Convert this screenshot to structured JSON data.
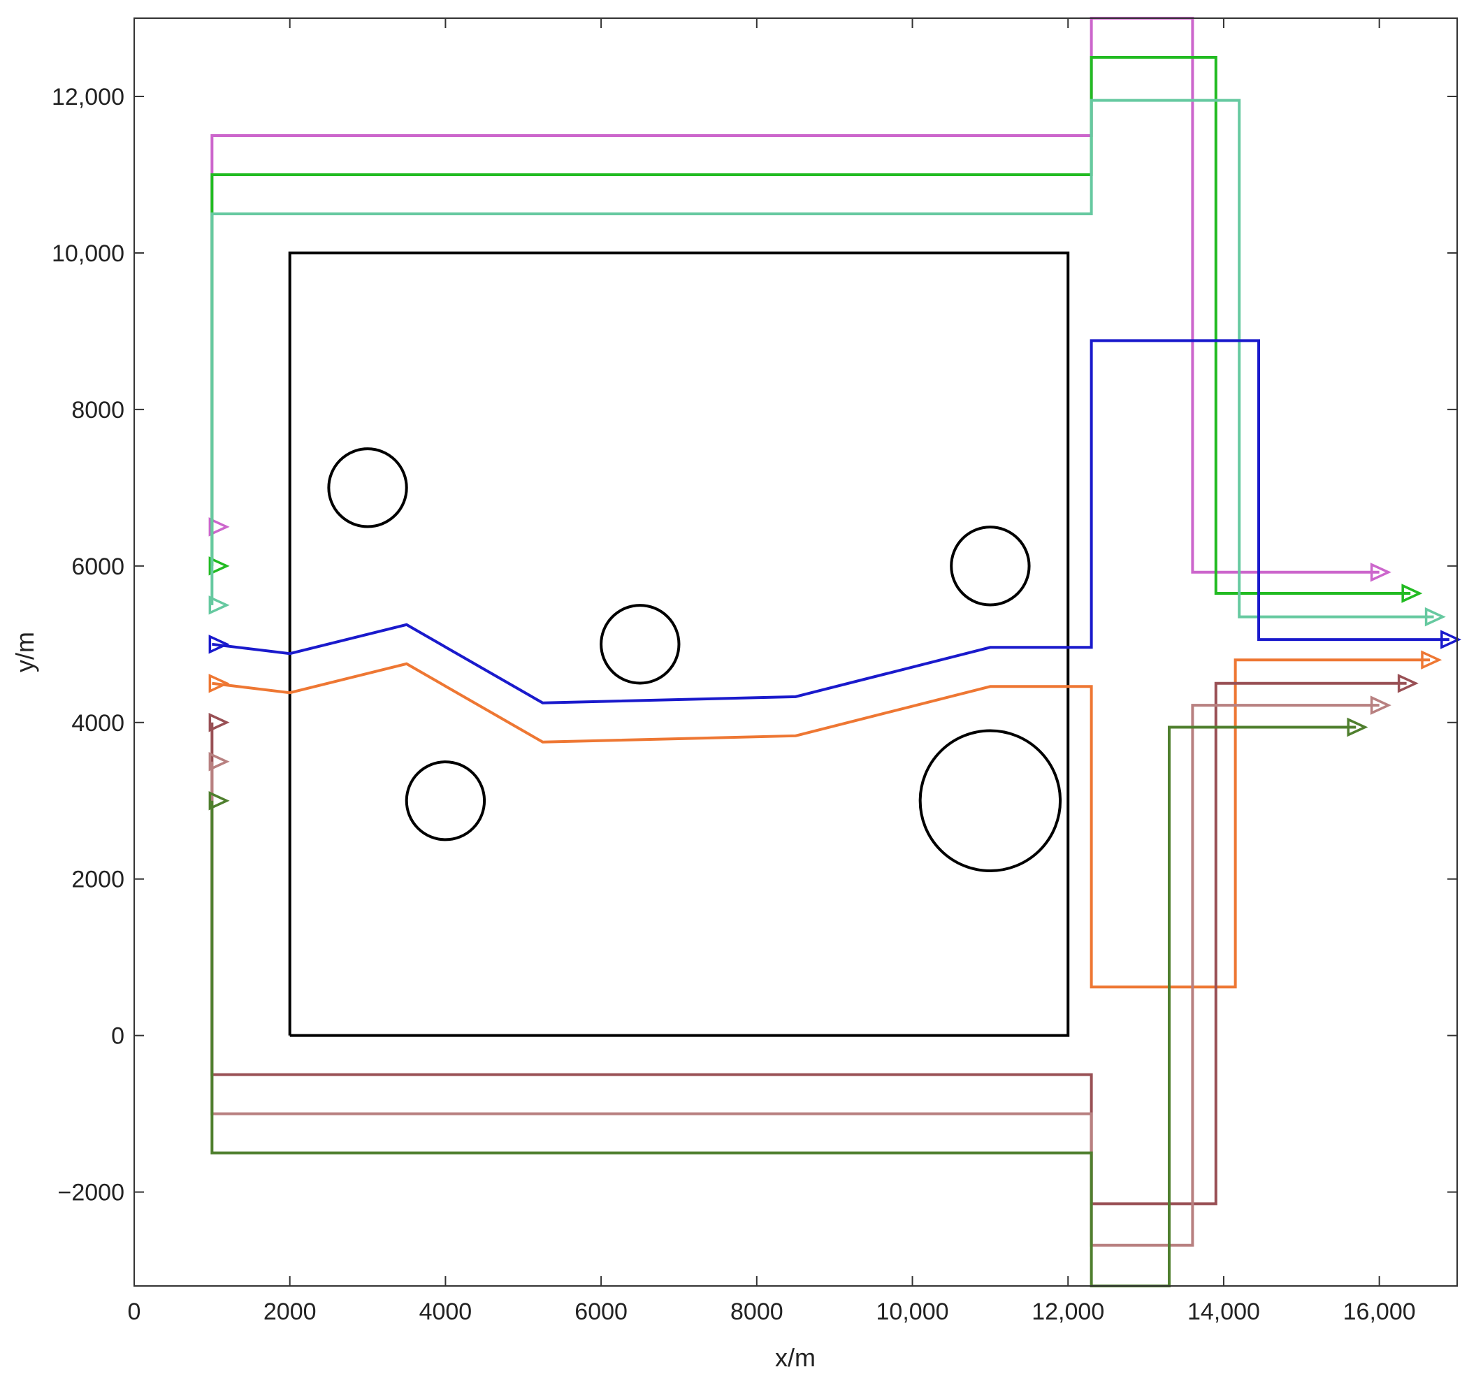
{
  "chart_data": {
    "type": "line",
    "xlabel": "x/m",
    "ylabel": "y/m",
    "xlim": [
      0,
      17000
    ],
    "ylim": [
      -3200,
      13000
    ],
    "xticks": [
      0,
      2000,
      4000,
      6000,
      8000,
      10000,
      12000,
      14000,
      16000
    ],
    "xtick_labels": [
      "0",
      "2000",
      "4000",
      "6000",
      "8000",
      "10,000",
      "12,000",
      "14,000",
      "16,000"
    ],
    "yticks": [
      -2000,
      0,
      2000,
      4000,
      6000,
      8000,
      10000,
      12000
    ],
    "ytick_labels": [
      "−2000",
      "0",
      "2000",
      "4000",
      "6000",
      "8000",
      "10,000",
      "12,000"
    ],
    "grid": false,
    "boundary": {
      "x": [
        2000,
        12000,
        12000,
        2000,
        2000
      ],
      "y": [
        0,
        0,
        10000,
        10000,
        0
      ],
      "color": "#000000"
    },
    "obstacles": [
      {
        "cx": 3000,
        "cy": 7000,
        "r": 500
      },
      {
        "cx": 11000,
        "cy": 6000,
        "r": 500
      },
      {
        "cx": 6500,
        "cy": 5000,
        "r": 500
      },
      {
        "cx": 4000,
        "cy": 3000,
        "r": 500
      },
      {
        "cx": 11000,
        "cy": 3000,
        "r": 900
      }
    ],
    "series": [
      {
        "color": "#cc66cc",
        "x": [
          1000,
          1000,
          12300,
          12300,
          13600,
          13600,
          16000
        ],
        "y": [
          6500,
          11500,
          11500,
          13000,
          13000,
          5920,
          5920
        ]
      },
      {
        "color": "#22bb22",
        "x": [
          1000,
          1000,
          12300,
          12300,
          13900,
          13900,
          16400
        ],
        "y": [
          6000,
          11000,
          11000,
          12500,
          12500,
          5650,
          5650
        ]
      },
      {
        "color": "#66c9a0",
        "x": [
          1000,
          1000,
          12300,
          12300,
          14200,
          14200,
          16700
        ],
        "y": [
          5500,
          10500,
          10500,
          11950,
          11950,
          5350,
          5350
        ]
      },
      {
        "color": "#1a1acc",
        "x": [
          1000,
          2000,
          3500,
          5250,
          8500,
          11000,
          12300,
          12300,
          14450,
          14450,
          16900
        ],
        "y": [
          5000,
          4880,
          5250,
          4250,
          4330,
          4960,
          4960,
          8880,
          8880,
          5060,
          5060
        ]
      },
      {
        "color": "#ee7733",
        "x": [
          1000,
          2000,
          3500,
          5250,
          8500,
          11000,
          12300,
          12300,
          14150,
          14150,
          16650
        ],
        "y": [
          4500,
          4380,
          4750,
          3750,
          3830,
          4460,
          4460,
          620,
          620,
          4800,
          4800
        ]
      },
      {
        "color": "#995055",
        "x": [
          1000,
          1000,
          12300,
          12300,
          13900,
          13900,
          16350
        ],
        "y": [
          4000,
          -500,
          -500,
          -2150,
          -2150,
          4500,
          4500
        ]
      },
      {
        "color": "#b88080",
        "x": [
          1000,
          1000,
          12300,
          12300,
          13600,
          13600,
          16000
        ],
        "y": [
          3500,
          -1000,
          -1000,
          -2680,
          -2680,
          4220,
          4220
        ]
      },
      {
        "color": "#4f7f2e",
        "x": [
          1000,
          1000,
          12300,
          12300,
          13300,
          13300,
          15700
        ],
        "y": [
          3000,
          -1500,
          -1500,
          -3200,
          -3200,
          3940,
          3940
        ]
      }
    ]
  }
}
